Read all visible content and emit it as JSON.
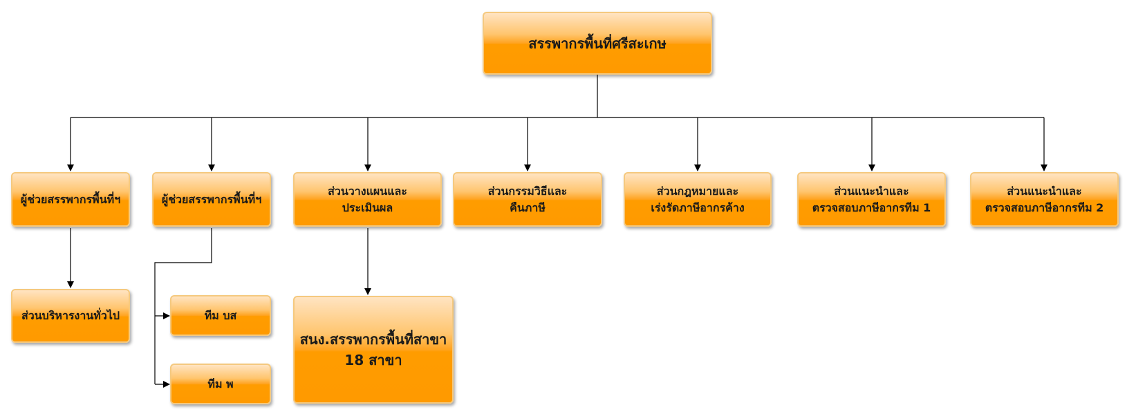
{
  "root": {
    "line1": "สรรพากรพื้นที่ศรีสะเกษ"
  },
  "level1": [
    {
      "line1": "ผู้ช่วยสรรพากรพื้นที่ฯ",
      "line2": ""
    },
    {
      "line1": "ผู้ช่วยสรรพากรพื้นที่ฯ",
      "line2": ""
    },
    {
      "line1": "ส่วนวางแผนและ",
      "line2": "ประเมินผล"
    },
    {
      "line1": "ส่วนกรรมวิธีและ",
      "line2": "คืนภาษี"
    },
    {
      "line1": "ส่วนกฎหมายและ",
      "line2": "เร่งรัดภาษีอากรค้าง"
    },
    {
      "line1": "ส่วนแนะนำและ",
      "line2": "ตรวจสอบภาษีอากรทีม 1"
    },
    {
      "line1": "ส่วนแนะนำและ",
      "line2": "ตรวจสอบภาษีอากรทีม 2"
    }
  ],
  "level2": [
    {
      "line1": "ส่วนบริหารงานทั่วไป",
      "line2": ""
    },
    {
      "line1": "ทีม บส",
      "line2": ""
    },
    {
      "line1": "ทีม พ",
      "line2": ""
    },
    {
      "line1": "สนง.สรรพากรพื้นที่สาขา",
      "line2": "18 สาขา"
    }
  ],
  "colors": {
    "box_fill": "#ff9c00",
    "box_highlight": "#ffe4c2",
    "box_border": "#f5c97f",
    "line": "#000000"
  }
}
